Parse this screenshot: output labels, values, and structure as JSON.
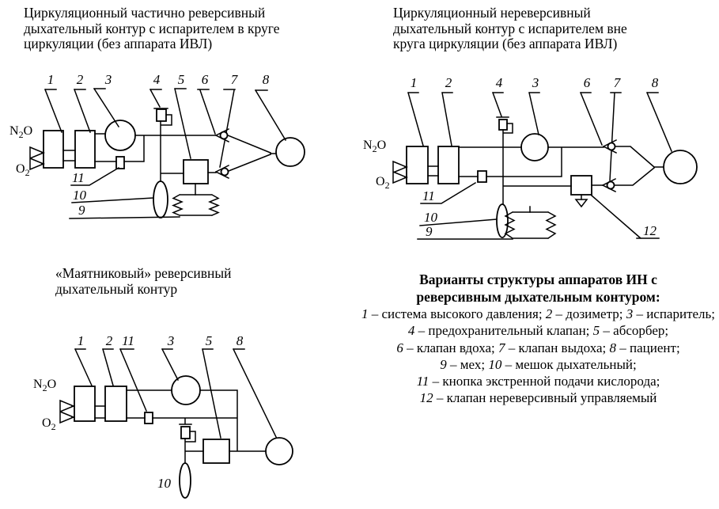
{
  "colors": {
    "ink": "#000000",
    "background": "#ffffff"
  },
  "gas_labels": {
    "n2o": {
      "base": "N",
      "sub": "2",
      "tail": "O"
    },
    "o2": {
      "base": "O",
      "sub": "2",
      "tail": ""
    }
  },
  "diagrams": {
    "top_left": {
      "title_lines": [
        "Циркуляционный частично реверсивный",
        "дыхательный контур  с испарителем в круге",
        "циркуляции (без аппарата ИВЛ)"
      ],
      "numbers": [
        "1",
        "2",
        "3",
        "4",
        "5",
        "6",
        "7",
        "8"
      ],
      "side_labels": {
        "v11": "11",
        "v10": "10",
        "v9": "9"
      }
    },
    "top_right": {
      "title_lines": [
        "Циркуляционный нереверсивный",
        "дыхательный контур  с испарителем вне",
        "круга циркуляции (без аппарата ИВЛ)"
      ],
      "numbers": [
        "1",
        "2",
        "4",
        "3",
        "6",
        "7",
        "8"
      ],
      "side_labels": {
        "v11": "11",
        "v10": "10",
        "v9": "9",
        "v12": "12"
      }
    },
    "bottom_left": {
      "title_lines": [
        "«Маятниковый»  реверсивный",
        "дыхательный контур"
      ],
      "numbers": [
        "1",
        "2",
        "11",
        "3",
        "5",
        "8"
      ],
      "side_labels": {
        "v10": "10"
      }
    }
  },
  "legend": {
    "title_lines": [
      "Варианты структуры аппаратов ИН с",
      "реверсивным дыхательным контуром:"
    ],
    "items": [
      "1 – система высокого давления; 2 – дозиметр; 3 – испаритель;",
      "4 – предохранительный клапан; 5 – абсорбер;",
      "6 – клапан вдоха; 7 – клапан выдоха; 8 – пациент;",
      "9 – мех; 10 – мешок дыхательный;",
      "11 – кнопка экстренной подачи кислорода;",
      "12 – клапан нереверсивный управляемый"
    ]
  }
}
